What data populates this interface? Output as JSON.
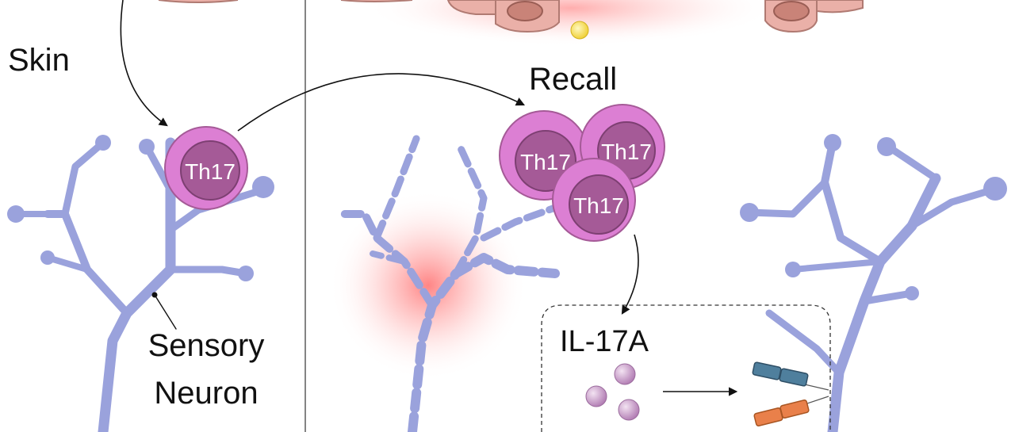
{
  "labels": {
    "skin": "Skin",
    "sensory_neuron_line1": "Sensory",
    "sensory_neuron_line2": "Neuron",
    "recall": "Recall",
    "il17a": "IL-17A"
  },
  "cells": {
    "th17_label": "Th17"
  },
  "colors": {
    "neuron": "#9aa2dc",
    "neuron_stroke": "#6a72b8",
    "th17_outer": "#dc7fd3",
    "th17_inner": "#a55a97",
    "skin_cell": "#eab0a8",
    "skin_nucleus": "#c98378",
    "inflammation": "#ff6f6f",
    "cytokine": "#c79ac8",
    "receptor_blue": "#4f7f9d",
    "receptor_orange": "#e9804a"
  },
  "icons": [
    "neuron-icon",
    "th17-cell-icon",
    "skin-cell-icon",
    "cytokine-icon",
    "receptor-icon",
    "arrow-icon"
  ]
}
